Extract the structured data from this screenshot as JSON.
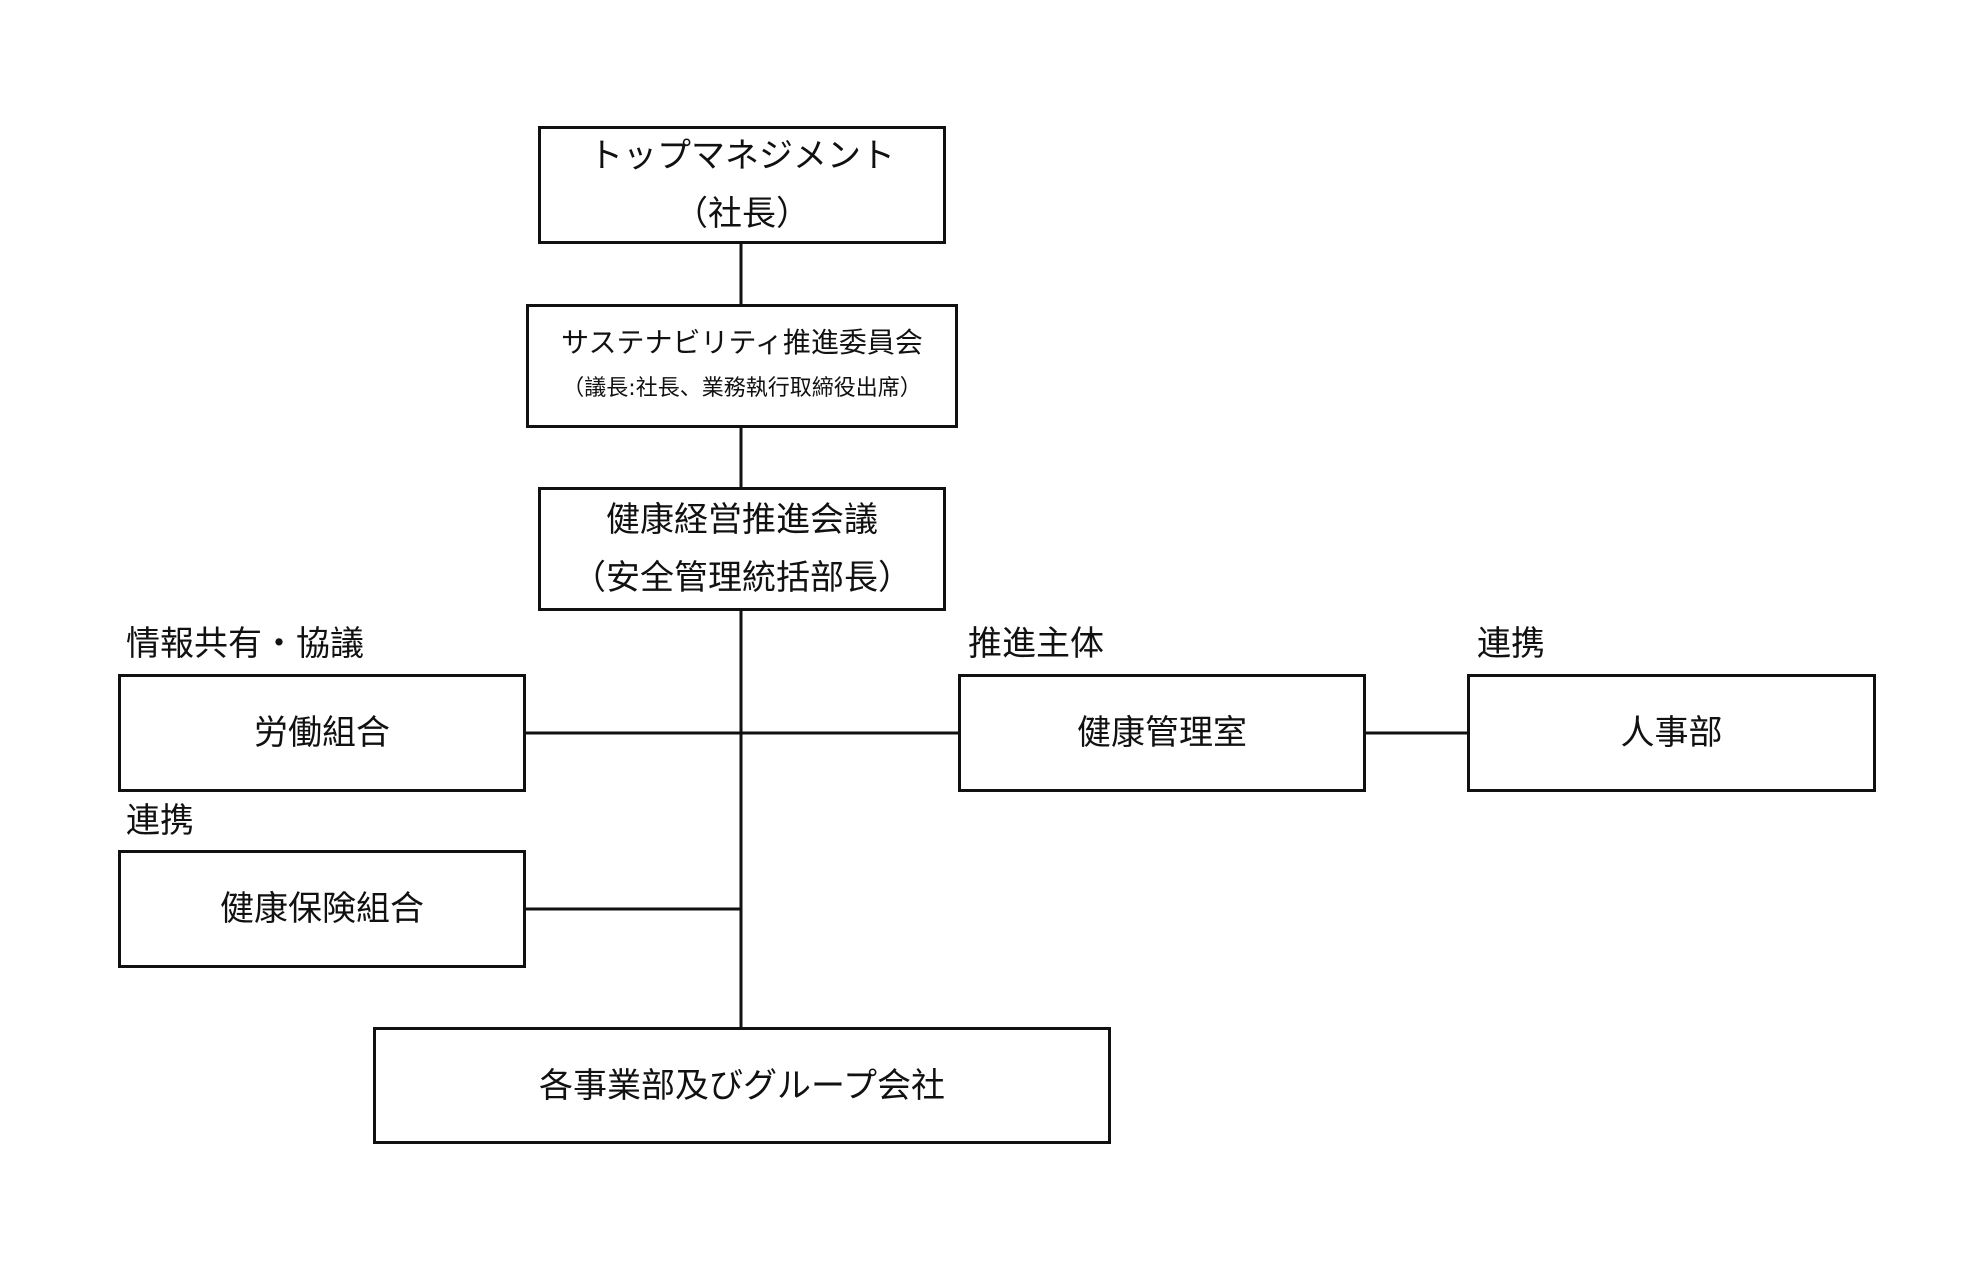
{
  "nodes": {
    "top_management": {
      "line1": "トップマネジメント",
      "line2": "（社長）"
    },
    "sustainability_committee": {
      "line1": "サステナビリティ推進委員会",
      "line2": "（議長:社長、業務執行取締役出席）"
    },
    "health_meeting": {
      "line1": "健康経営推進会議",
      "line2": "（安全管理統括部長）"
    },
    "labor_union": {
      "label": "労働組合"
    },
    "health_office": {
      "label": "健康管理室"
    },
    "hr": {
      "label": "人事部"
    },
    "health_insurance": {
      "label": "健康保険組合"
    },
    "business_units": {
      "label": "各事業部及びグループ会社"
    }
  },
  "relations": {
    "labor_union": "情報共有・協議",
    "health_office": "推進主体",
    "hr": "連携",
    "health_insurance": "連携"
  }
}
